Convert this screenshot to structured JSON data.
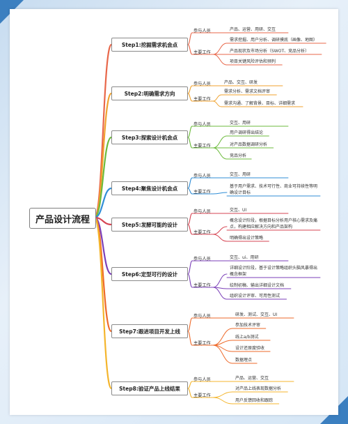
{
  "root": {
    "title": "产品设计流程"
  },
  "colors": {
    "step1": "#e8674a",
    "step2": "#f0a22e",
    "step3": "#6cbb3c",
    "step4": "#2f8dd6",
    "step5": "#d64553",
    "step6": "#7b3fb8",
    "step7": "#ee6a2a",
    "step8": "#f4b52c"
  },
  "steps": [
    {
      "title": "Step1:挖掘需求机会点",
      "participants_label": "参与人员",
      "work_label": "主要工作",
      "participants": "产品、运营、用研、交互",
      "work": [
        "需求挖掘、用户分析、调研摸底（画像、地图）",
        "产品现状及市场分析（SWOT、竞品分析）",
        "项目关键风险评估和预判"
      ]
    },
    {
      "title": "Step2:明确需求方向",
      "participants_label": "参与人员",
      "work_label": "主要工作",
      "participants": "产品、交互、研发",
      "work": [
        "需求分析、需求文档评审",
        "需求沟通、了解背景、目标、详细需求"
      ]
    },
    {
      "title": "Step3:探索设计机会点",
      "participants_label": "参与人员",
      "work_label": "主要工作",
      "participants": "交互、用研",
      "work": [
        "用户调研得出结论",
        "对产品数据调研分析",
        "竞品分析"
      ]
    },
    {
      "title": "Step4:聚焦设计机会点",
      "participants_label": "参与人员",
      "work_label": "主要工作",
      "participants": "交互、用研",
      "work": [
        "基于用户需求、技术可行性、商业可持续性等明确设计目标"
      ]
    },
    {
      "title": "Step5:发酵可能的设计",
      "participants_label": "参与人员",
      "work_label": "主要工作",
      "participants": "交互、UI",
      "work": [
        "概念设计阶段，根据目标分析用户核心需求及痛点，构建相应解决方向和产品架构",
        "明确得出设计策略"
      ]
    },
    {
      "title": "Step6:定型可行的设计",
      "participants_label": "参与人员",
      "work_label": "主要工作",
      "participants": "交互、ui、用研",
      "work": [
        "详细设计阶段，基于设计策略组织头脑风暴得出概念框架",
        "绘制初稿、输出详细设计文档",
        "组织设计评审、可用性测试"
      ]
    },
    {
      "title": "Step7:跟进项目开发上线",
      "participants_label": "参与人员",
      "work_label": "主要工作",
      "participants": "研发、测试、交互、UI",
      "work": [
        "参加技术评审",
        "线上a/b测试",
        "设计还原度验收",
        "数据埋点"
      ]
    },
    {
      "title": "Step8:验证产品上线结果",
      "participants_label": "参与人员",
      "work_label": "主要工作",
      "participants": "产品、运营、交互",
      "work": [
        "对产品上线表现数据分析",
        "用户反馈回收和跟踪"
      ]
    }
  ]
}
